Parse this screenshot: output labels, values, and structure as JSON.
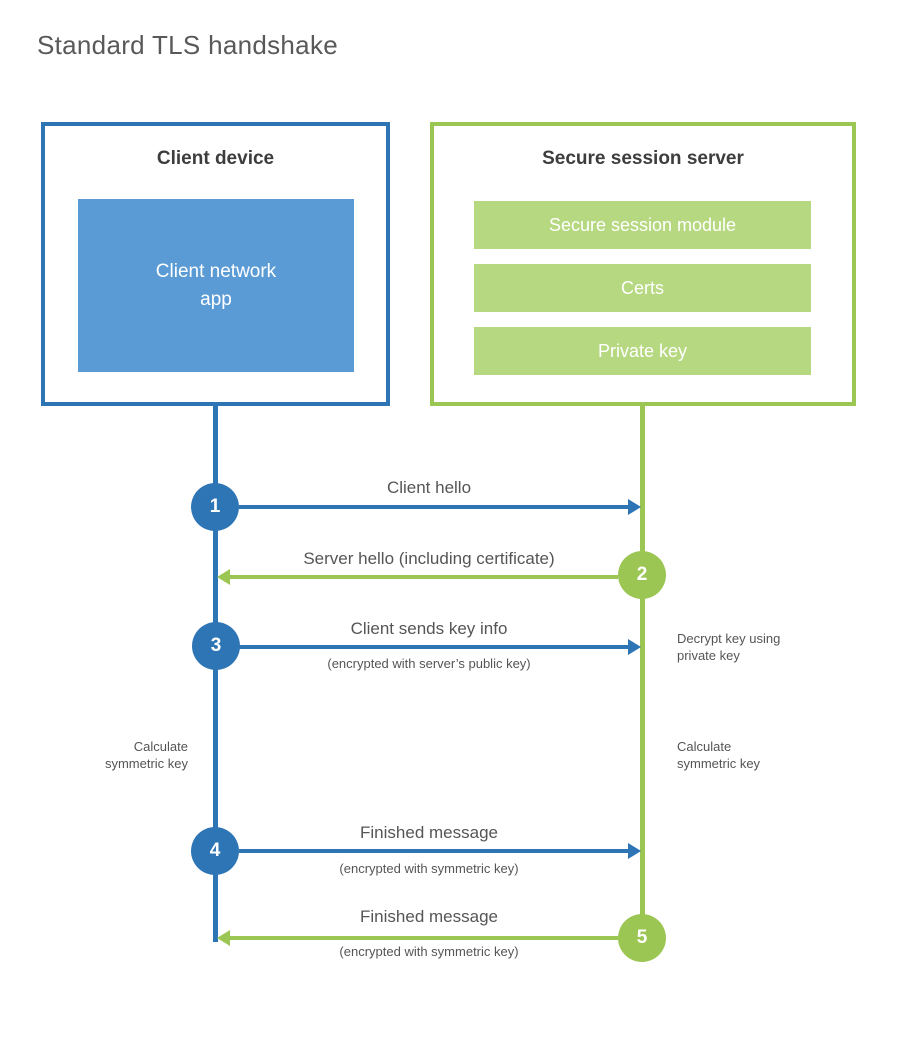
{
  "title": "Standard TLS handshake",
  "client": {
    "title": "Client device",
    "app": "Client network\napp"
  },
  "server": {
    "title": "Secure session server",
    "modules": [
      "Secure session module",
      "Certs",
      "Private key"
    ]
  },
  "steps": [
    {
      "number": "1",
      "from": "client",
      "direction": "right",
      "label": "Client hello",
      "sublabel": ""
    },
    {
      "number": "2",
      "from": "server",
      "direction": "left",
      "label": "Server hello (including certificate)",
      "sublabel": ""
    },
    {
      "number": "3",
      "from": "client",
      "direction": "right",
      "label": "Client sends key info",
      "sublabel": "(encrypted with server’s public key)"
    },
    {
      "number": "4",
      "from": "client",
      "direction": "right",
      "label": "Finished message",
      "sublabel": "(encrypted with symmetric key)"
    },
    {
      "number": "5",
      "from": "server",
      "direction": "left",
      "label": "Finished message",
      "sublabel": "(encrypted with symmetric key)"
    }
  ],
  "notes": {
    "decrypt": "Decrypt key using\nprivate key",
    "calc_left": "Calculate\nsymmetric key",
    "calc_right": "Calculate\nsymmetric key"
  },
  "colors": {
    "client_blue": "#2e75b6",
    "client_app_blue": "#5b9bd5",
    "server_green": "#9cc653",
    "server_bar_green": "#b6d881",
    "heading_text": "#3d3d3d",
    "label_text": "#555555",
    "title_text": "#595959"
  }
}
